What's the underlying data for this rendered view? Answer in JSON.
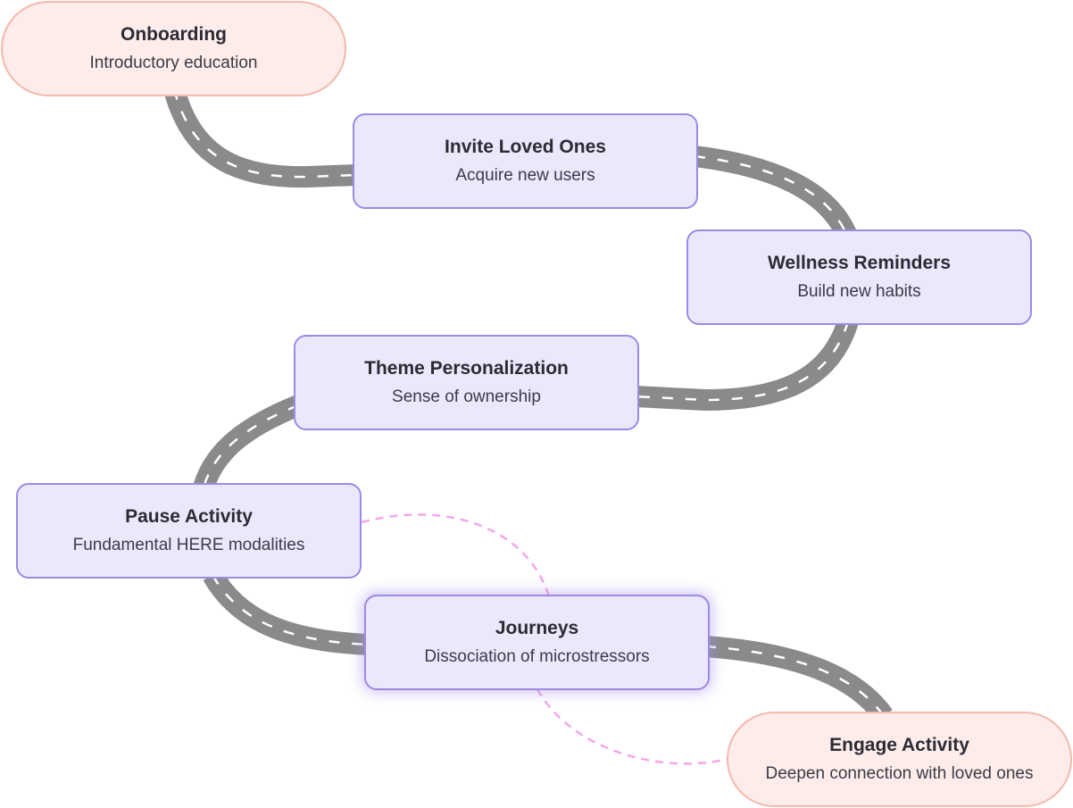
{
  "colors": {
    "road": "#8a8a8a",
    "road_marking": "#ffffff",
    "node_fill": "#ece8fc",
    "node_border": "#9d8ae6",
    "endpoint_fill": "#fdecea",
    "endpoint_border": "#f2b9ae",
    "loop_dash": "#f3a6ea"
  },
  "nodes": [
    {
      "id": "onboarding",
      "title": "Onboarding",
      "subtitle": "Introductory education",
      "style": "endpoint"
    },
    {
      "id": "invite",
      "title": "Invite Loved Ones",
      "subtitle": "Acquire new users",
      "style": "step"
    },
    {
      "id": "wellness",
      "title": "Wellness Reminders",
      "subtitle": "Build new habits",
      "style": "step"
    },
    {
      "id": "theme",
      "title": "Theme Personalization",
      "subtitle": "Sense of ownership",
      "style": "step"
    },
    {
      "id": "pause",
      "title": "Pause Activity",
      "subtitle": "Fundamental HERE modalities",
      "style": "step"
    },
    {
      "id": "journeys",
      "title": "Journeys",
      "subtitle": "Dissociation of microstressors",
      "style": "step-highlighted"
    },
    {
      "id": "engage",
      "title": "Engage Activity",
      "subtitle": "Deepen connection with loved ones",
      "style": "endpoint"
    }
  ],
  "connections": [
    {
      "from": "onboarding",
      "to": "invite",
      "style": "road"
    },
    {
      "from": "invite",
      "to": "wellness",
      "style": "road"
    },
    {
      "from": "wellness",
      "to": "theme",
      "style": "road"
    },
    {
      "from": "theme",
      "to": "pause",
      "style": "road"
    },
    {
      "from": "pause",
      "to": "journeys",
      "style": "road"
    },
    {
      "from": "journeys",
      "to": "engage",
      "style": "road"
    },
    {
      "from": "pause",
      "to": "engage",
      "style": "dashed-loop"
    }
  ]
}
